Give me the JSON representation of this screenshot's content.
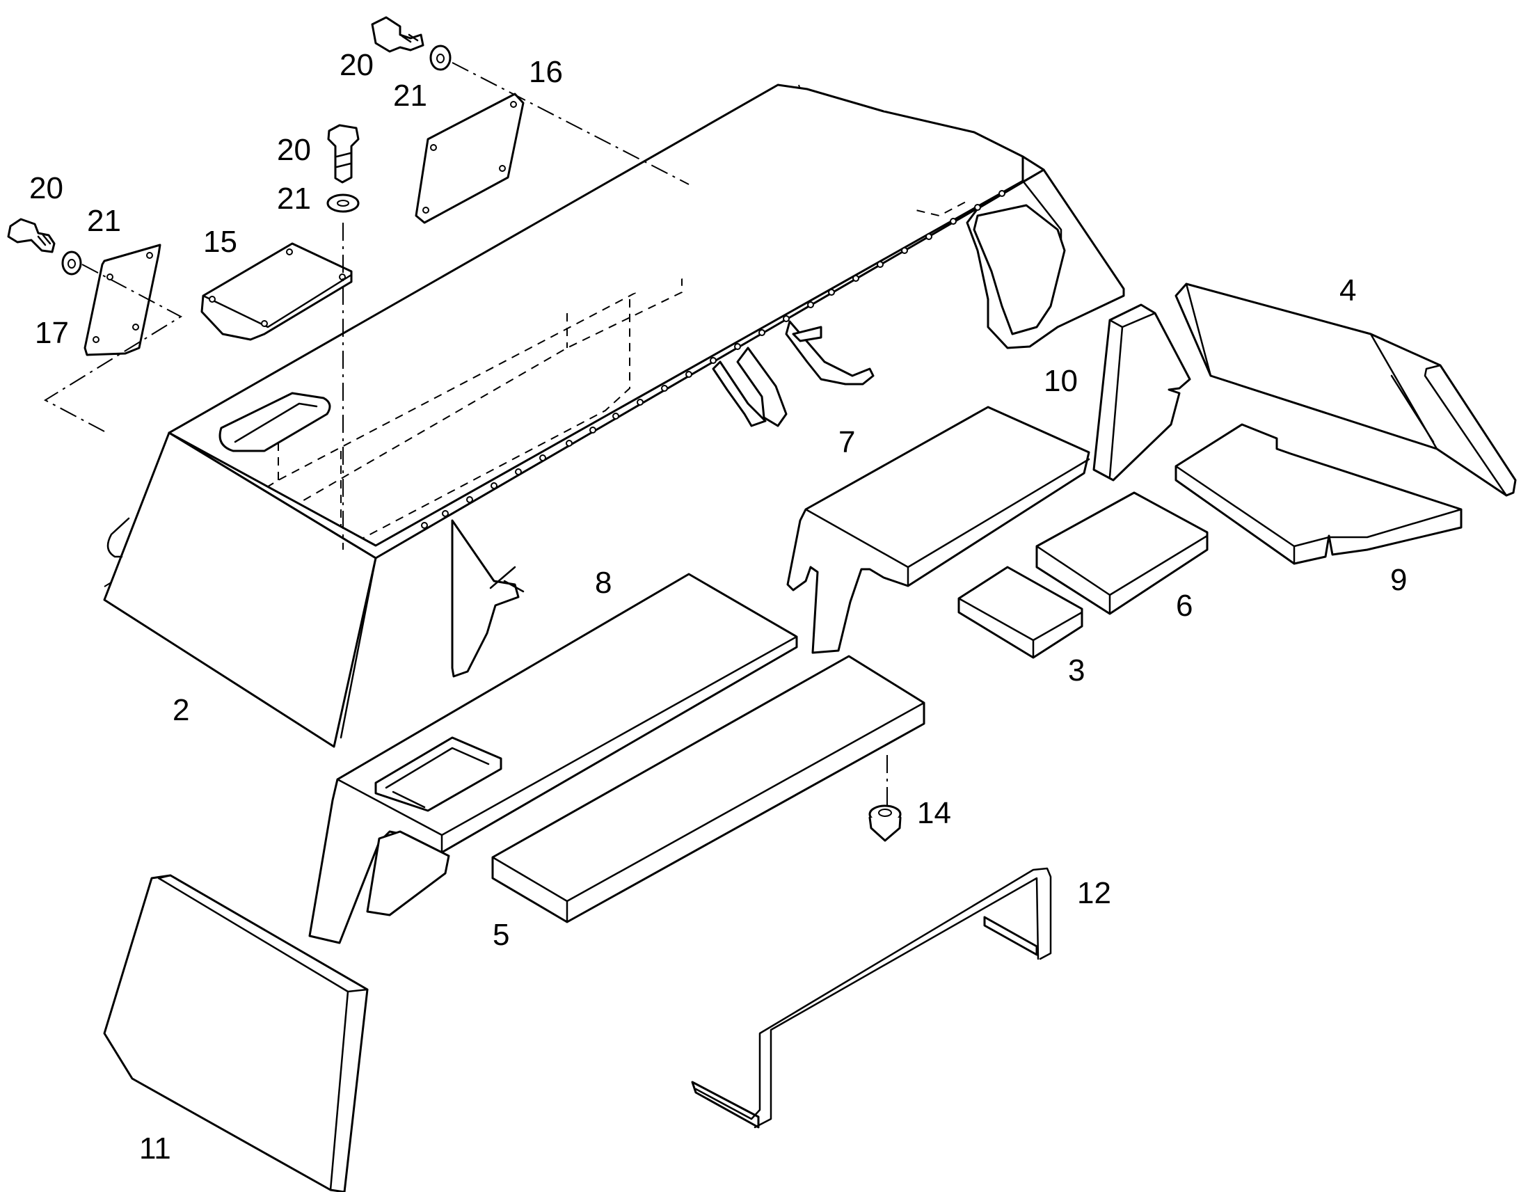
{
  "diagram": {
    "colors": {
      "line": "#000000",
      "background": "#ffffff"
    },
    "callouts": {
      "item_2": "2",
      "item_3": "3",
      "item_4": "4",
      "item_5": "5",
      "item_6": "6",
      "item_7": "7",
      "item_8": "8",
      "item_9": "9",
      "item_10": "10",
      "item_11": "11",
      "item_12": "12",
      "item_14": "14",
      "item_15": "15",
      "item_16": "16",
      "item_17": "17",
      "item_20_top": "20",
      "item_21_top": "21",
      "item_20_mid": "20",
      "item_21_mid": "21",
      "item_20_left": "20",
      "item_21_left": "21"
    }
  }
}
